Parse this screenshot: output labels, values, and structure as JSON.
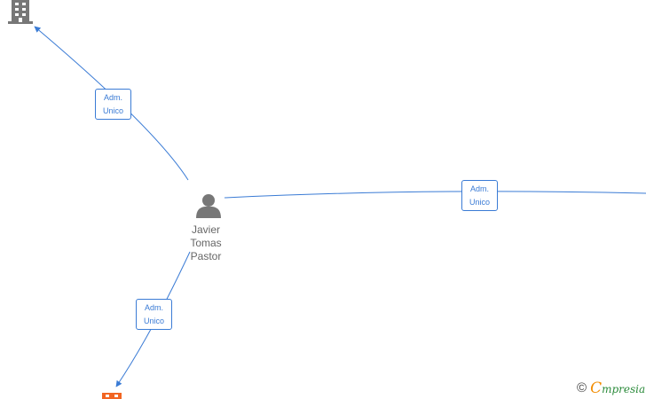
{
  "person": {
    "name_lines": [
      "Javier",
      "Tomas",
      "Pastor"
    ],
    "icon": "person-icon"
  },
  "relations": [
    {
      "line1": "Adm.",
      "line2": "Unico",
      "target_icon": "building-icon"
    },
    {
      "line1": "Adm.",
      "line2": "Unico",
      "target_icon": "offscreen-node"
    },
    {
      "line1": "Adm.",
      "line2": "Unico",
      "target_icon": "building-icon-orange"
    }
  ],
  "colors": {
    "edge": "#3a7bd5",
    "company_gray": "#777777",
    "company_orange": "#f26522",
    "person_gray": "#777777"
  },
  "footer": {
    "copyright_symbol": "©",
    "brand_initial": "C",
    "brand_rest": "mpresia"
  }
}
